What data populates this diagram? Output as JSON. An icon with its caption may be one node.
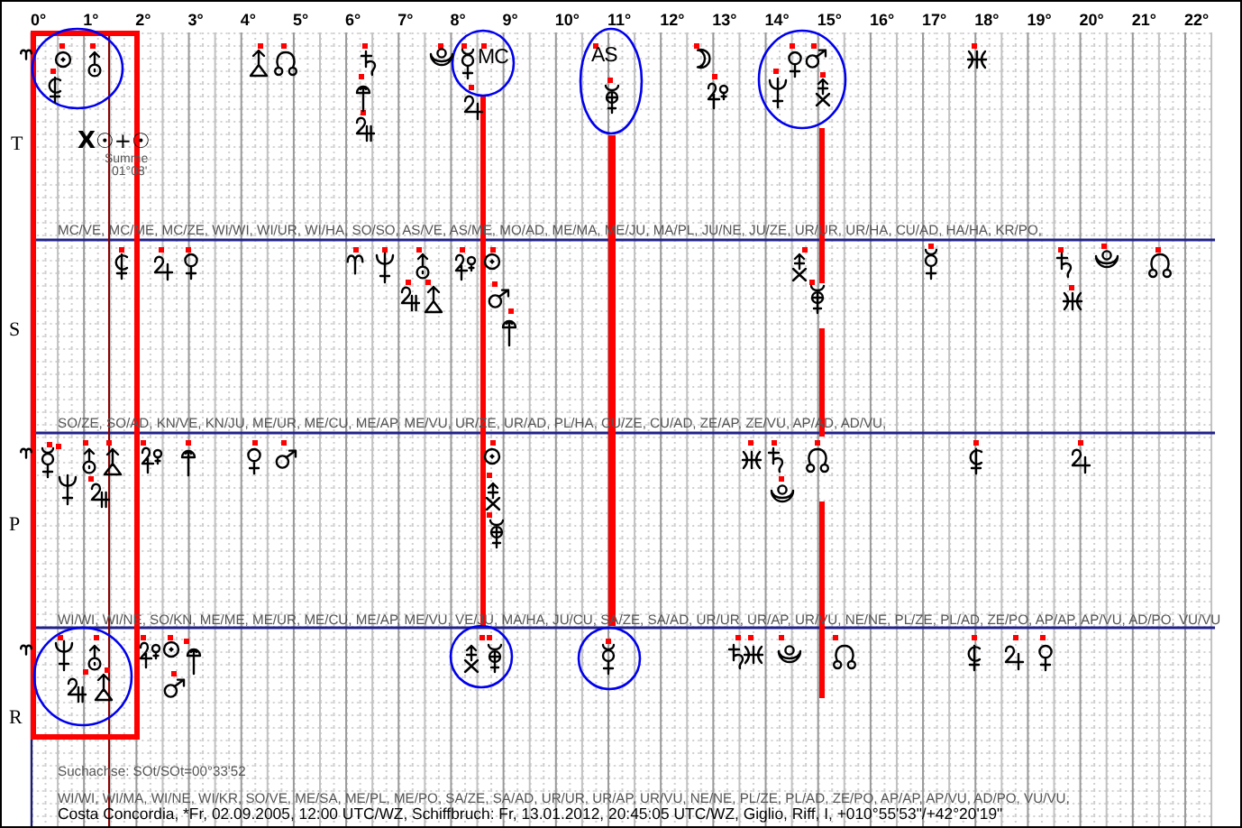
{
  "diagram": {
    "caption": "Costa Concordia, *Fr, 02.09.2005, 12:00 UTC/WZ, Schiffbruch: Fr, 13.01.2012, 20:45:05 UTC/WZ, Giglio, Riff, I, +010°55'53\"/+42°20'19\"",
    "labels": [
      "0°",
      "1°",
      "2°",
      "3°",
      "4°",
      "5°",
      "6°",
      "7°",
      "8°",
      "9°",
      "10°",
      "11°",
      "12°",
      "13°",
      "14°",
      "15°",
      "16°",
      "17°",
      "18°",
      "19°",
      "20°",
      "21°",
      "22°",
      "MC",
      "AS",
      "T",
      "**X**☉+☉",
      "Summe",
      "01°08'",
      "MC/VE, MC/ME, MC/ZE, WI/WI, WI/UR, WI/HA, SO/SO, AS/VE, AS/ME, MO/AD, ME/MA, ME/JU, MA/PL, JU/NE, JU/ZE, UR/UR, UR/HA, CU/AD, HA/HA, KR/PO,",
      "S",
      "SO/ZE, SO/AD, KN/VE, KN/JU, ME/UR, ME/CU, ME/AP, ME/VU, UR/ZE, UR/AD, PL/HA, CU/ZE, CU/AD, ZE/AP, ZE/VU, AP/AD, AD/VU,",
      "P",
      "WI/WI, WI/NE, SO/KN, ME/ME, ME/UR, ME/CU, ME/AP, ME/VU, VE/JU, MA/HA, JU/CU, SA/ZE, SA/AD, UR/UR, UR/AP, UR/VU, NE/NE, PL/ZE, PL/AD, ZE/PO, AP/AP, AP/VU, AD/PO, VU/VU",
      "R",
      "Suchachse: SOt/SOt=00°33'52",
      "WI/WI, WI/MA, WI/NE, WI/KR, SO/VE, ME/SA, ME/PL, ME/PO, SA/ZE, SA/AD, UR/UR, UR/AP, UR/VU, NE/NE, PL/ZE, PL/AD, ZE/PO, AP/AP, AP/VU, AD/PO, VU/VU,"
    ]
  }
}
